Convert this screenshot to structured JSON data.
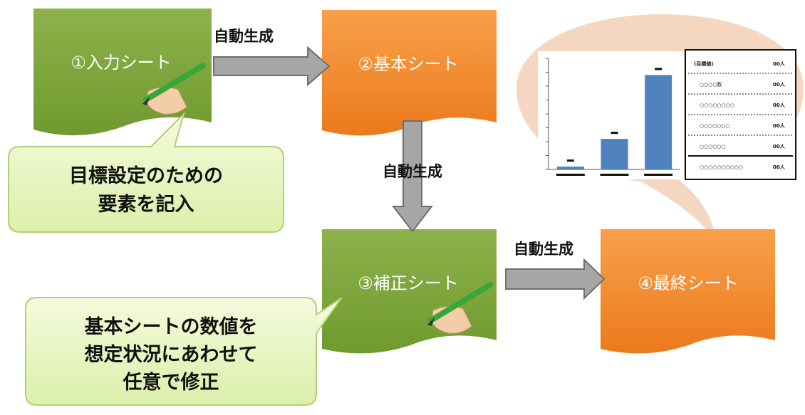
{
  "colors": {
    "green_top": "#8eb24c",
    "green_bottom": "#6f9a2f",
    "orange_top": "#f7a04a",
    "orange_bottom": "#ec7a1c",
    "arrow_fill": "#a6a6a6",
    "arrow_stroke": "#6e6e6e",
    "callout_fill": "#eef7cf",
    "callout_stroke": "#b5cd79",
    "bubble_fill": "#f5d6c0",
    "bar_fill": "#4f81bd",
    "pencil_green": "#39a63a"
  },
  "sheets": {
    "input": "①入力シート",
    "basic": "②基本シート",
    "correction": "③補正シート",
    "final": "④最終シート"
  },
  "arrows": {
    "input_to_basic": "自動生成",
    "basic_to_correction": "自動生成",
    "correction_to_final": "自動生成"
  },
  "callouts": {
    "input_note": [
      "目標設定のための",
      "要素を記入"
    ],
    "correction_note": [
      "基本シートの数値を",
      "想定状況にあわせて",
      "任意で修正"
    ]
  },
  "preview": {
    "chart_data": {
      "type": "bar",
      "values": [
        2,
        22,
        68
      ],
      "ylim": [
        0,
        80
      ]
    },
    "table": {
      "rows": [
        {
          "label": "(目標値)",
          "value": "00人"
        },
        {
          "label": "○○○○数",
          "value": "00人"
        },
        {
          "label": "○○○○○○○○",
          "value": "00人"
        },
        {
          "label": "○○○○○○○",
          "value": "00人"
        },
        {
          "label": "○○○○○○",
          "value": "00人"
        },
        {
          "label": "○○○○○○○○○○",
          "value": "00人"
        }
      ]
    }
  }
}
